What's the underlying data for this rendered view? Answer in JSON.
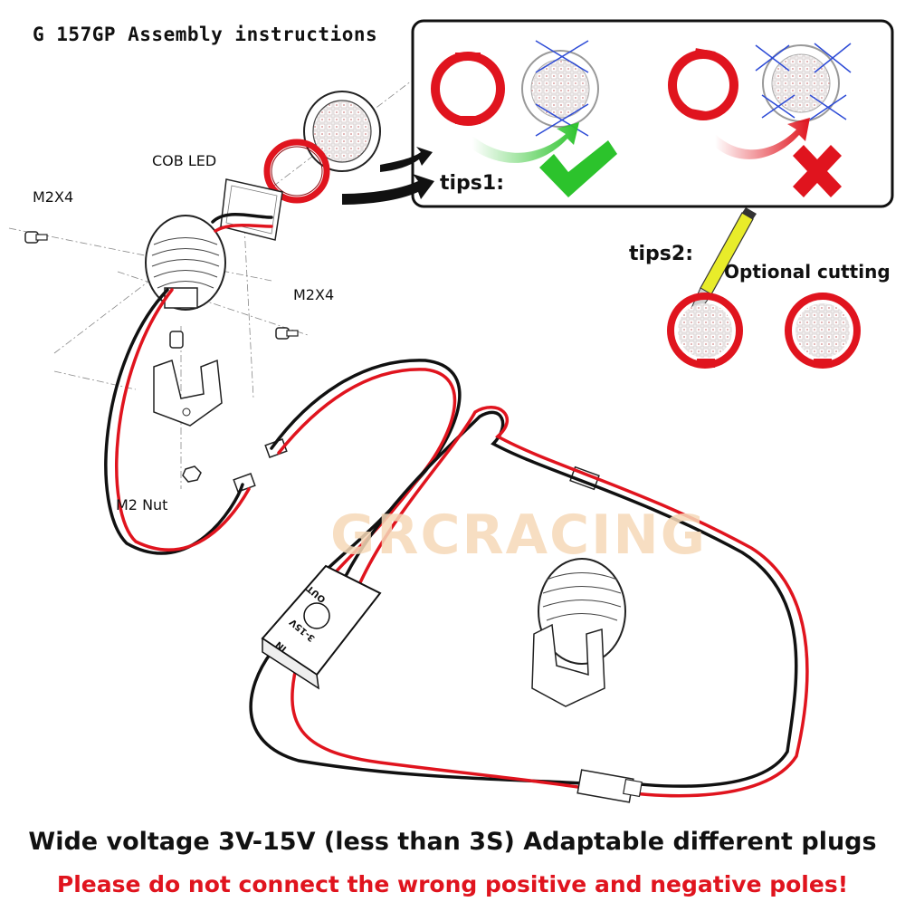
{
  "title": "G 157GP Assembly instructions",
  "labels": {
    "cob_led": "COB LED",
    "m2x4_left": "M2X4",
    "m2x4_mid": "M2X4",
    "m2_nut": "M2 Nut"
  },
  "tips": {
    "tip1": "tips1:",
    "tip2": "tips2:",
    "optional_cutting": "Optional cutting"
  },
  "module": {
    "out_label": "OUT",
    "in_label": "IN",
    "voltage_label": "3-15V"
  },
  "watermark": "GRCRACING",
  "footer": {
    "line1": "Wide voltage 3V-15V (less than 3S) Adaptable different plugs",
    "line2": "Please do not connect the wrong positive and negative poles!"
  },
  "colors": {
    "wire_red": "#e0141e",
    "wire_black": "#111111",
    "check_green": "#2cc32c",
    "cross_red": "#e0141e",
    "ring_red": "#e0141e"
  },
  "icons": {
    "correct": "check-icon",
    "wrong": "cross-icon",
    "cutter": "utility-knife-icon"
  }
}
